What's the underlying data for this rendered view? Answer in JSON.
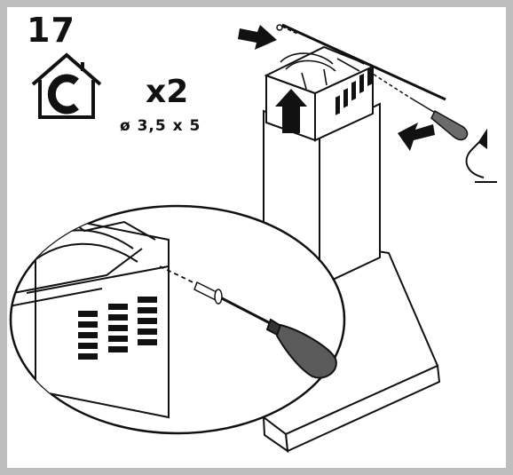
{
  "step": {
    "number": "17",
    "quantity": "x2",
    "screw_spec": "ø 3,5 x 5"
  },
  "icons": {
    "house": "house-c-icon",
    "screwdriver": "screwdriver-icon",
    "screw": "screw-icon",
    "push_arrow": "push-arrow-icon",
    "up_arrow": "up-arrow-icon",
    "rotate_arrow": "rotate-arrow-icon"
  },
  "colors": {
    "frame": "#bdbdbd",
    "ink": "#111111",
    "metal": "#ffffff"
  }
}
